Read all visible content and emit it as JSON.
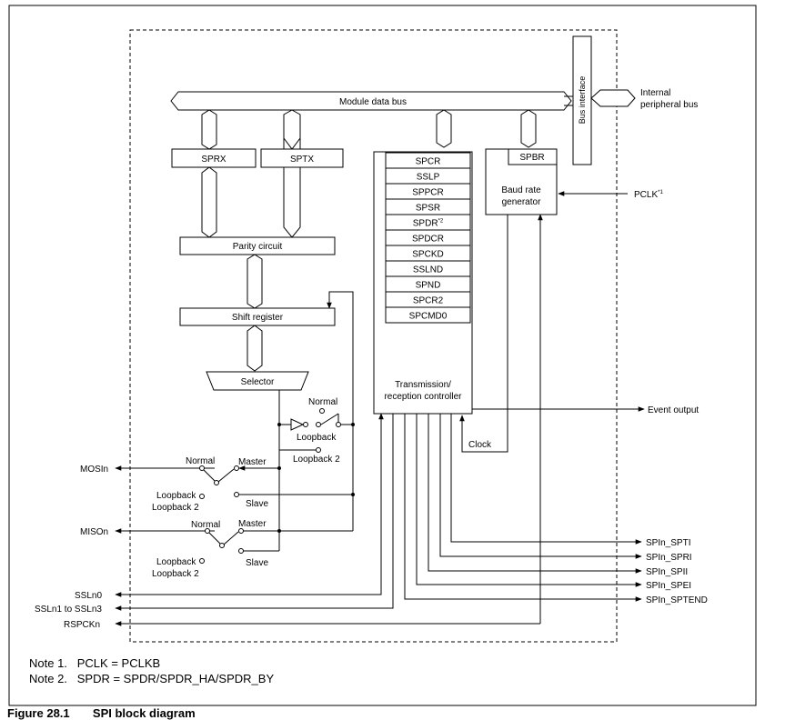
{
  "diagram": {
    "module_data_bus": "Module data bus",
    "bus_interface": "Bus interface",
    "internal_bus": [
      "Internal",
      "peripheral bus"
    ],
    "sprx": "SPRX",
    "sptx": "SPTX",
    "parity_circuit": "Parity circuit",
    "shift_register": "Shift register",
    "selector": "Selector",
    "registers": [
      "SPCR",
      "SSLP",
      "SPPCR",
      "SPSR",
      "SPDR",
      "SPDCR",
      "SPCKD",
      "SSLND",
      "SPND",
      "SPCR2",
      "SPCMD0"
    ],
    "spdr_note": "*2",
    "controller": [
      "Transmission/",
      "reception controller"
    ],
    "spbr": "SPBR",
    "baud_rate": [
      "Baud rate",
      "generator"
    ],
    "pclk": "PCLK",
    "pclk_note": "*1",
    "clock": "Clock",
    "event_output": "Event output",
    "normal": "Normal",
    "loopback": "Loopback",
    "loopback2": "Loopback 2",
    "master": "Master",
    "slave": "Slave",
    "mosi": "MOSIn",
    "miso": "MISOn",
    "ssl0": "SSLn0",
    "ssl1": "SSLn1 to SSLn3",
    "rspck": "RSPCKn",
    "interrupts": [
      "SPIn_SPTI",
      "SPIn_SPRI",
      "SPIn_SPII",
      "SPIn_SPEI",
      "SPIn_SPTEND"
    ]
  },
  "notes": [
    "Note 1.   PCLK = PCLKB",
    "Note 2.   SPDR = SPDR/SPDR_HA/SPDR_BY"
  ],
  "caption": "Figure 28.1       SPI block diagram"
}
